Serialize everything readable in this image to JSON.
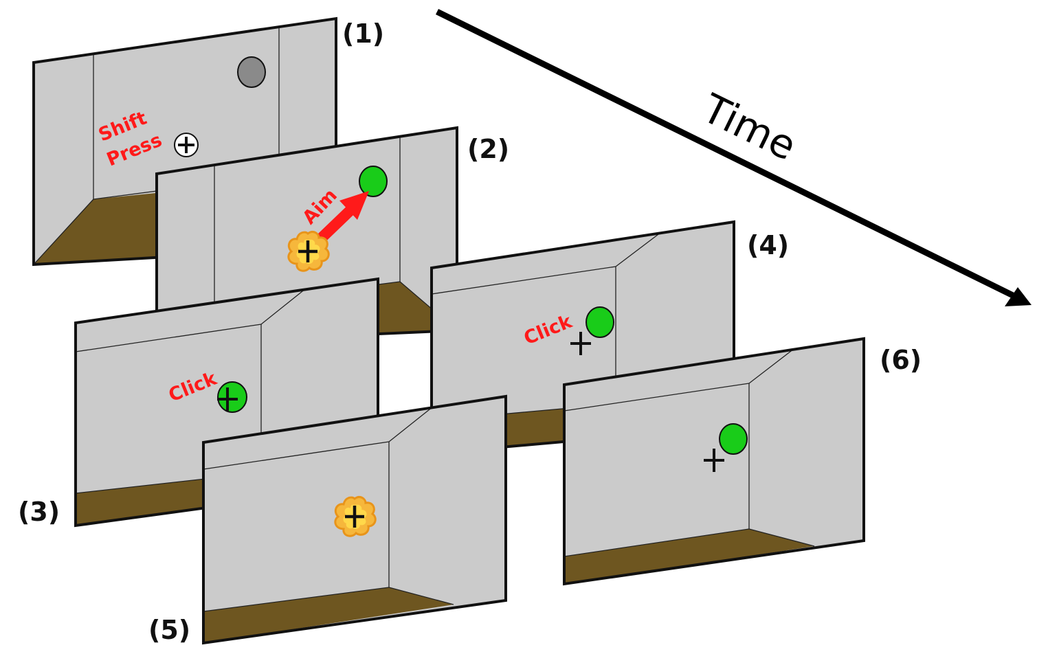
{
  "time_label": "Time",
  "colors": {
    "wall": "#cbcbcb",
    "floor": "#6e5620",
    "target": "#19cc19",
    "target_idle": "#8a8a8a",
    "annotation": "#ff1a1a",
    "explosion": "#f6b73c"
  },
  "panels": [
    {
      "label": "(1)",
      "annotations": [
        "Shift",
        "Press"
      ],
      "target": "gray",
      "crosshair": "circled"
    },
    {
      "label": "(2)",
      "annotations": [
        "Aim"
      ],
      "target": "green",
      "crosshair": "explosion",
      "arrow": true
    },
    {
      "label": "(3)",
      "annotations": [
        "Click"
      ],
      "target": "green",
      "crosshair": "on-target"
    },
    {
      "label": "(4)",
      "annotations": [
        "Click"
      ],
      "target": "green",
      "crosshair": "plain"
    },
    {
      "label": "(5)",
      "annotations": [],
      "target": "none",
      "crosshair": "explosion"
    },
    {
      "label": "(6)",
      "annotations": [],
      "target": "green",
      "crosshair": "plain"
    }
  ]
}
